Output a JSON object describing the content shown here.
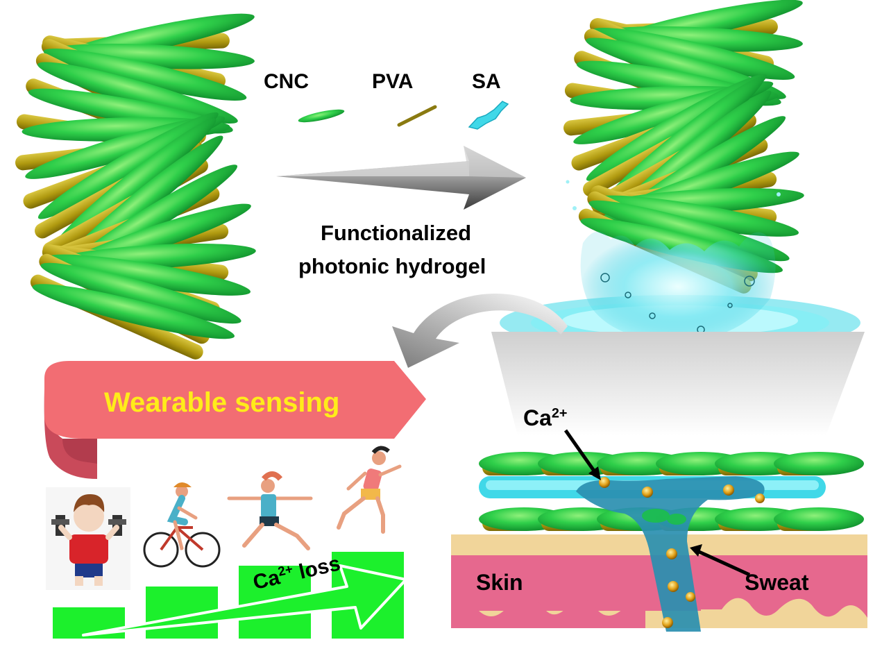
{
  "legend": {
    "cnc_label": "CNC",
    "pva_label": "PVA",
    "sa_label": "SA"
  },
  "process": {
    "line1": "Functionalized",
    "line2": "photonic hydrogel"
  },
  "banner": {
    "label": "Wearable sensing"
  },
  "gradient": {
    "label_base": "Ca",
    "label_sup": "2+",
    "label_tail": " loss"
  },
  "skin_view": {
    "ion_base": "Ca",
    "ion_sup": "2+",
    "skin_label": "Skin",
    "sweat_label": "Sweat"
  },
  "colors": {
    "cnc_green": "#1fbf3f",
    "pva_olive": "#b09a10",
    "sa_cyan": "#40d8e8",
    "arrow_gray": "#8a8a8a",
    "banner_pink": "#f26d73",
    "banner_text": "#ffec1a",
    "step_green": "#1cf02c",
    "skin_pink": "#e6688e",
    "skin_tan": "#f1d59a",
    "sweat_blue": "#2a8fb0",
    "ion_gold": "#e2a21a"
  },
  "activities": [
    {
      "icon": "dumbbell-exercise-icon"
    },
    {
      "icon": "cycling-icon"
    },
    {
      "icon": "yoga-pose-icon"
    },
    {
      "icon": "running-icon"
    }
  ]
}
